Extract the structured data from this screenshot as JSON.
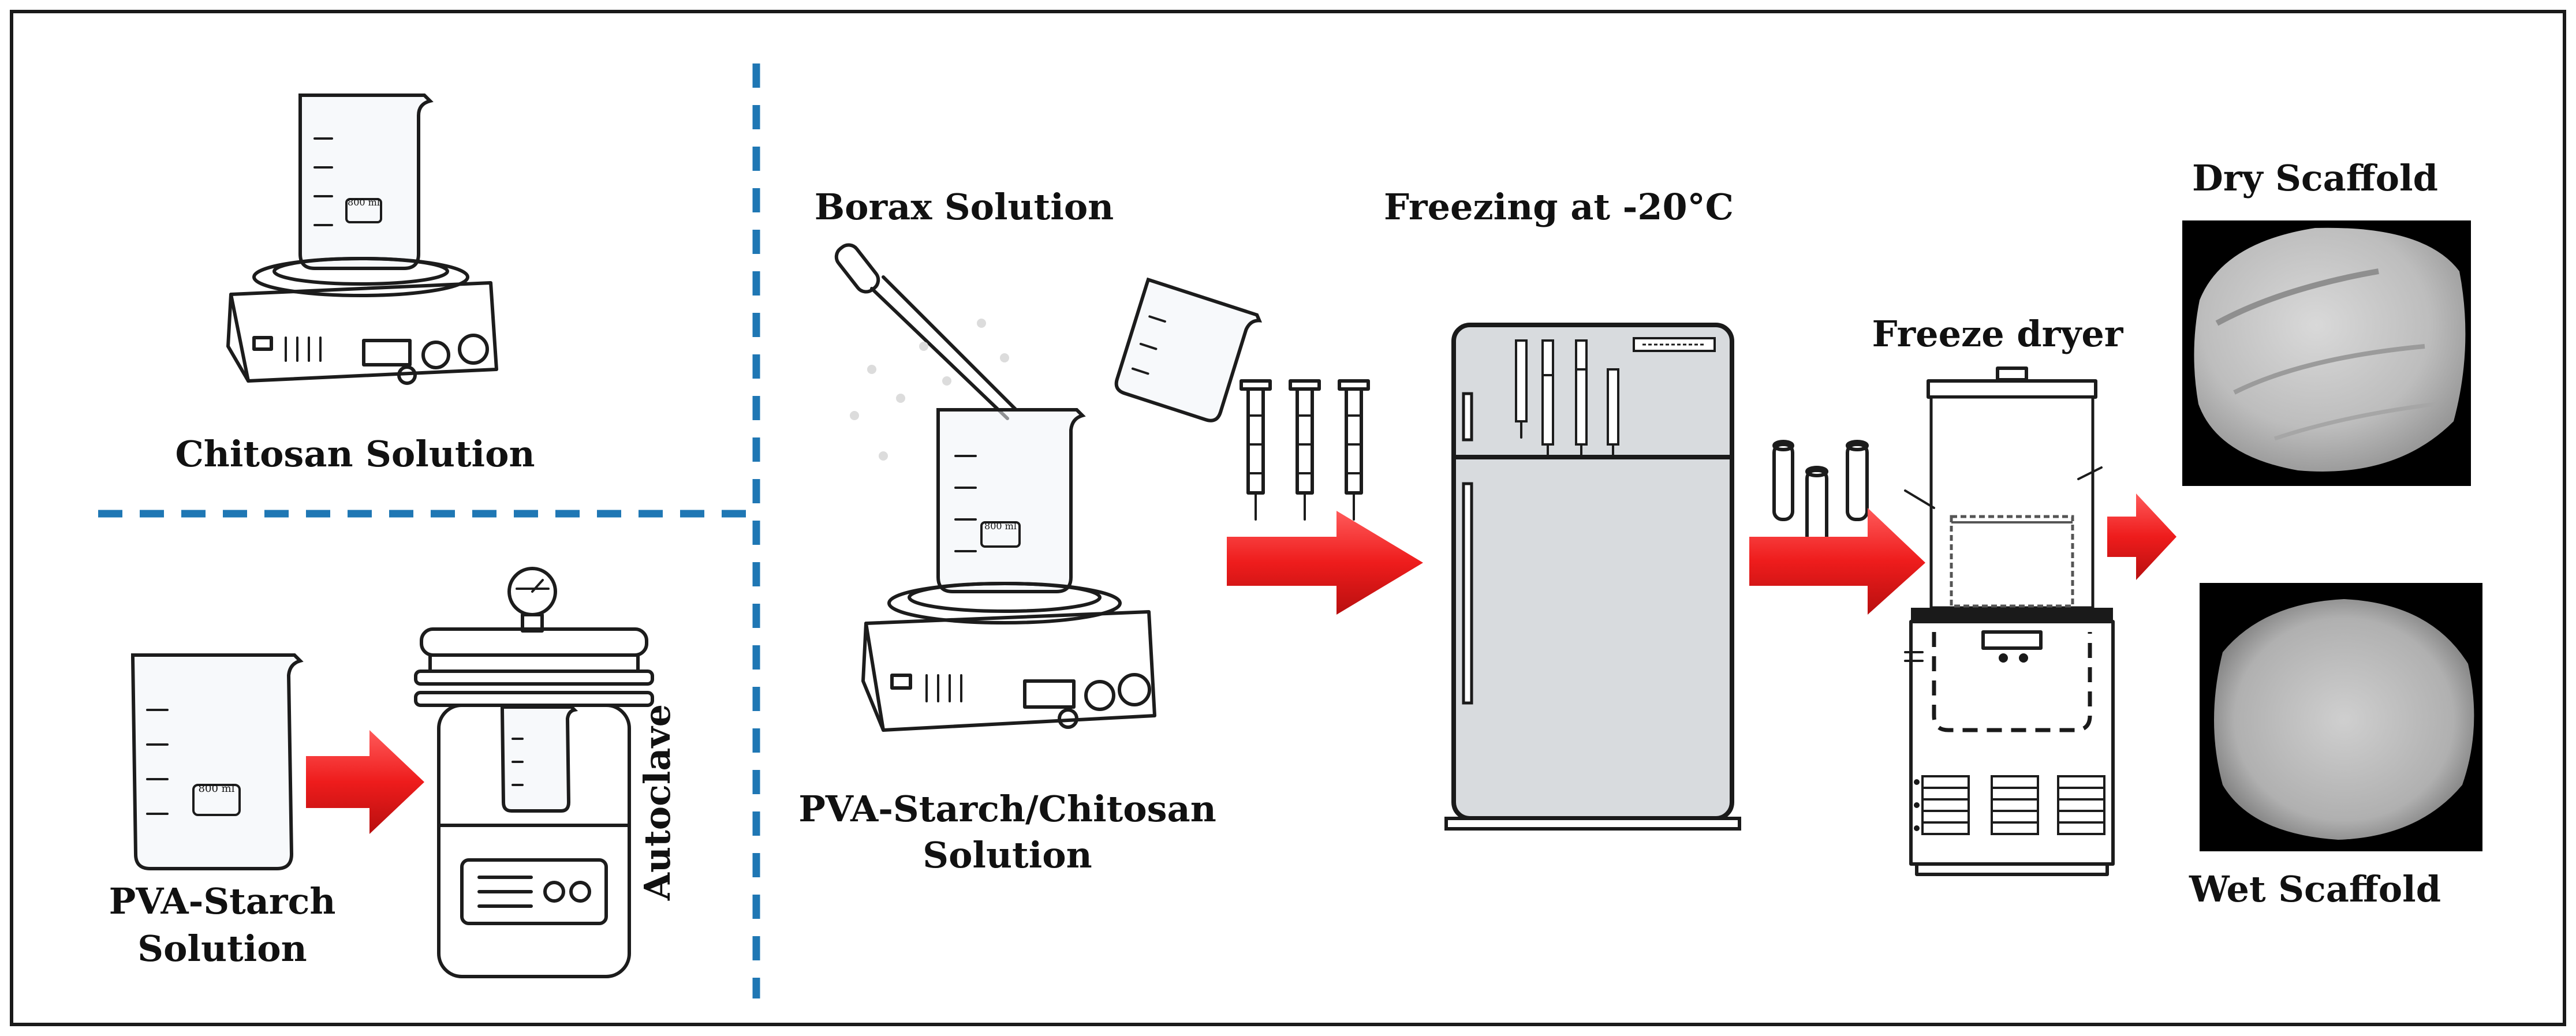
{
  "labels": {
    "chitosan_solution": "Chitosan Solution",
    "pva_starch_line1": "PVA-Starch",
    "pva_starch_line2": "Solution",
    "autoclave": "Autoclave",
    "borax_solution": "Borax Solution",
    "mixture_line1": "PVA-Starch/Chitosan",
    "mixture_line2": "Solution",
    "freezing": "Freezing at -20°C",
    "freeze_dryer": "Freeze dryer",
    "dry_scaffold": "Dry Scaffold",
    "wet_scaffold": "Wet Scaffold",
    "beaker_mark": "800 ml"
  },
  "colors": {
    "arrow_red": "#ee1c1c",
    "divider_blue": "#1f77b4",
    "frame": "#1a1a1a",
    "fridge_body": "#d8dbde"
  }
}
